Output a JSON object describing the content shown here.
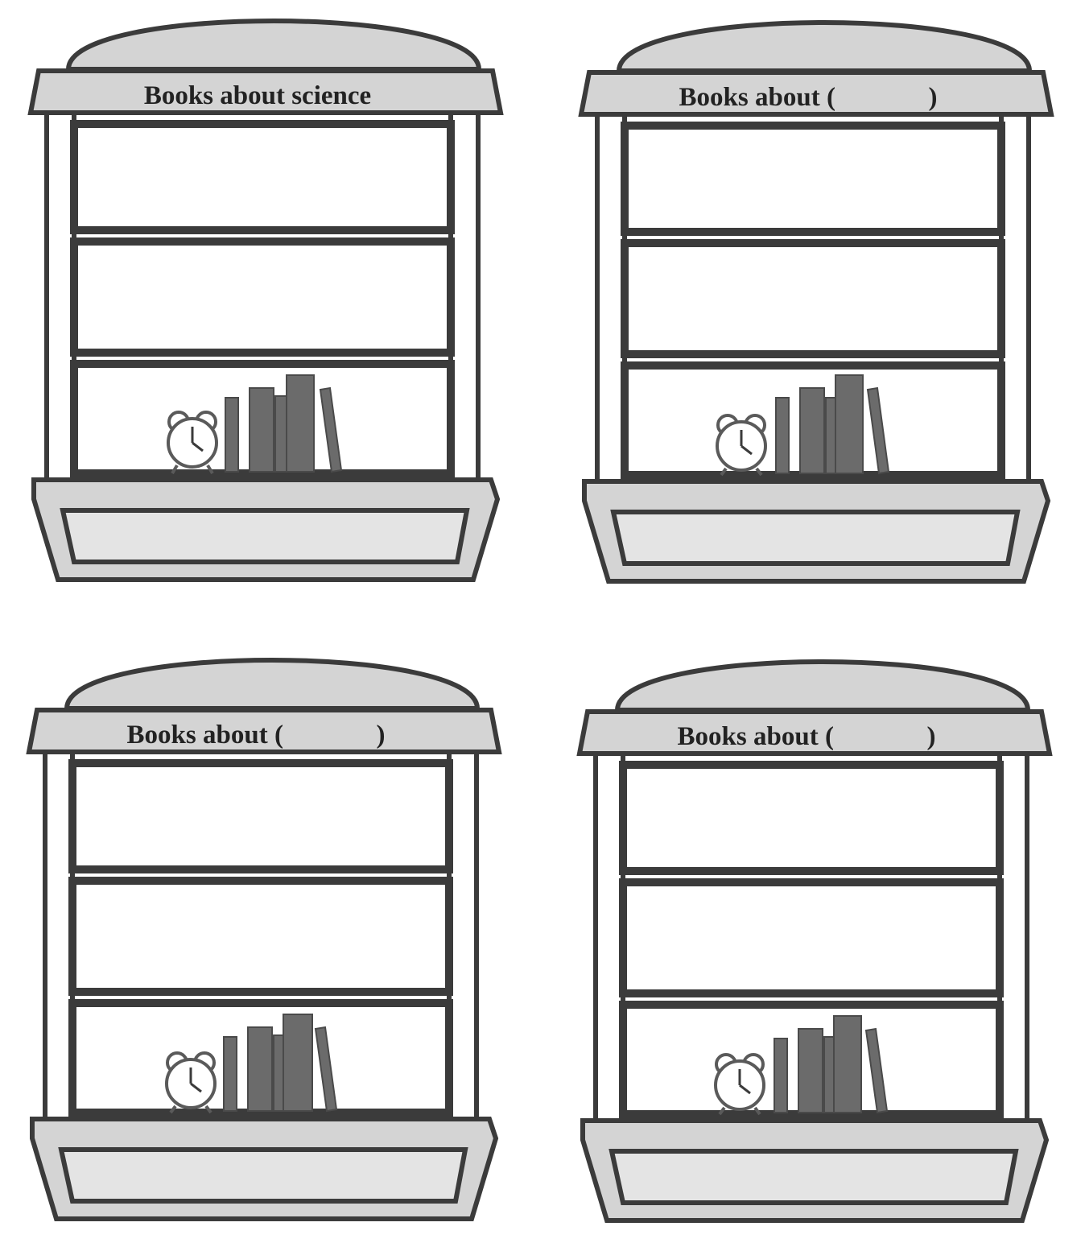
{
  "bookcases": [
    {
      "label": "Books about science"
    },
    {
      "label": "Books about (              )"
    },
    {
      "label": "Books about (              )"
    },
    {
      "label": "Books about (              )"
    }
  ],
  "colors": {
    "frame": "#3b3b3b",
    "panel": "#d4d4d4",
    "book": "#6b6b6b",
    "paper": "#ffffff"
  },
  "icons": [
    "alarm-clock-icon",
    "book-icon"
  ]
}
